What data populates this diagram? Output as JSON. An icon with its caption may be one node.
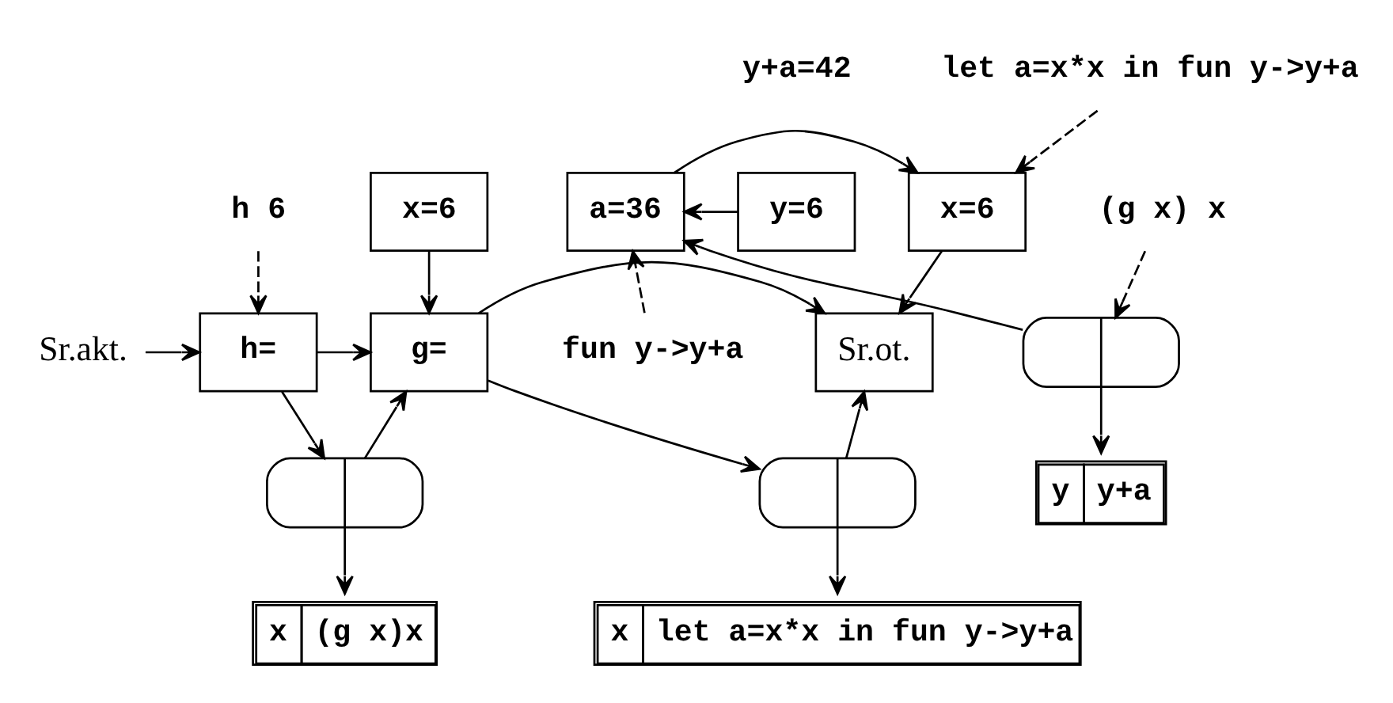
{
  "diagram": {
    "nodes": [
      {
        "text": [
          "let a=x*x in fun y->y+a"
        ]
      },
      {
        "text": [
          "h 6"
        ]
      },
      {
        "text": [
          "(g x) x"
        ]
      },
      {
        "text": [
          "x=6"
        ]
      },
      {
        "text": [
          "x=6"
        ]
      },
      {
        "text": [
          "a=36"
        ]
      },
      {
        "text": [
          "y=6"
        ],
        "beside": [
          "y+a=42"
        ]
      },
      {
        "text": [
          "Sr.akt."
        ]
      },
      {
        "text": [
          "h="
        ]
      },
      {
        "text": [
          "g="
        ]
      },
      {
        "text": [
          "Sr.ot."
        ]
      },
      {
        "text": [],
        "shape": "box"
      },
      {
        "text": [
          "fun y->y+a"
        ]
      },
      {
        "text": [],
        "shape": "box"
      },
      {
        "text": [],
        "shape": "box"
      },
      {
        "text": [
          "y",
          "y+a"
        ]
      },
      {
        "text": [
          "x",
          "(g x)x"
        ]
      },
      {
        "text": [
          "x",
          "let a=x*x in fun y->y+a"
        ]
      }
    ],
    "edges": [
      {
        "from": 1,
        "to": 8,
        "arrow": "to",
        "style": "dashed"
      },
      {
        "from": 2,
        "to": 11,
        "arrow": "to",
        "style": "dashed"
      },
      {
        "from": 0,
        "to": 4,
        "arrow": "to",
        "style": "dashed"
      },
      {
        "from": 3,
        "to": 9,
        "arrow": "to"
      },
      {
        "from": 4,
        "to": 10,
        "arrow": "to"
      },
      {
        "from": 5,
        "to": 4,
        "arrow": "to"
      },
      {
        "from": 6,
        "to": 5,
        "arrow": "to"
      },
      {
        "from": 7,
        "to": 8,
        "arrow": "to"
      },
      {
        "from": 8,
        "to": 9,
        "arrow": "to"
      },
      {
        "from": 8,
        "to": 13,
        "arrow": "to"
      },
      {
        "from": 13,
        "to": 9,
        "arrow": "to"
      },
      {
        "from": 9,
        "to": 10,
        "arrow": "to"
      },
      {
        "from": 9,
        "to": 14,
        "arrow": "to"
      },
      {
        "from": 14,
        "to": 10,
        "arrow": "to"
      },
      {
        "from": 13,
        "to": 16,
        "arrow": "to"
      },
      {
        "from": 14,
        "to": 17,
        "arrow": "to"
      },
      {
        "from": 11,
        "to": 15,
        "arrow": "to"
      },
      {
        "from": 11,
        "to": 5,
        "arrow": "to"
      },
      {
        "from": 12,
        "to": 5,
        "arrow": "to",
        "style": "dashed"
      }
    ]
  }
}
